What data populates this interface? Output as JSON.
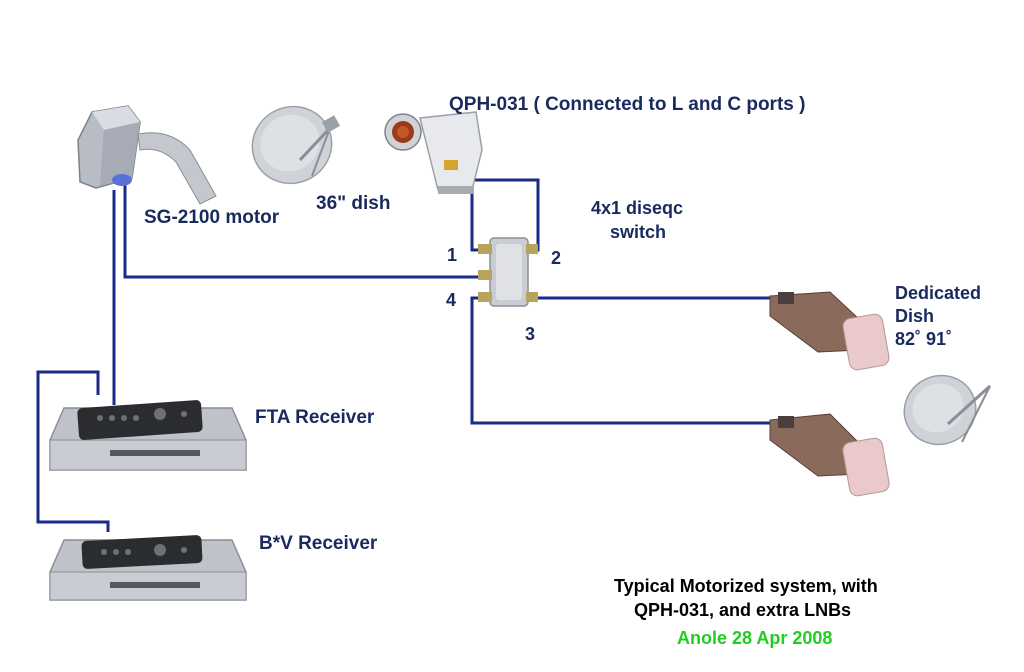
{
  "labels": {
    "qph": "QPH-031  ( Connected to L and C ports )",
    "motor": "SG-2100 motor",
    "dish36": "36\" dish",
    "switch_line1": "4x1 diseqc",
    "switch_line2": "switch",
    "dedicated_line1": "Dedicated",
    "dedicated_line2": "Dish",
    "dedicated_line3": "82˚ 91˚",
    "fta": "FTA Receiver",
    "bv": "B*V Receiver"
  },
  "ports": {
    "p1": "1",
    "p2": "2",
    "p3": "3",
    "p4": "4"
  },
  "caption": {
    "line1": "Typical Motorized system, with",
    "line2": "QPH-031, and extra LNBs",
    "credit": "Anole 28 Apr 2008"
  },
  "colors": {
    "cable": "#1a2a8a",
    "label": "#1a2a5e",
    "credit": "#22cc22"
  }
}
